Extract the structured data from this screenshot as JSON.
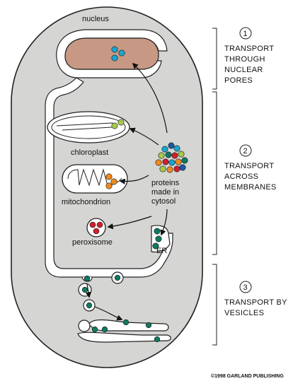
{
  "labels": {
    "nucleus": "nucleus",
    "chloroplast": "chloroplast",
    "mitochondrion": "mitochondrion",
    "peroxisome": "peroxisome",
    "er": "ER",
    "proteins_line1": "proteins",
    "proteins_line2": "made in",
    "proteins_line3": "cytosol"
  },
  "steps": [
    {
      "number": "1",
      "lines": [
        "TRANSPORT",
        "THROUGH",
        "NUCLEAR",
        "PORES"
      ]
    },
    {
      "number": "2",
      "lines": [
        "TRANSPORT",
        "ACROSS",
        "MEMBRANES"
      ]
    },
    {
      "number": "3",
      "lines": [
        "TRANSPORT BY",
        "VESICLES"
      ]
    }
  ],
  "copyright": "©1998 GARLAND PUBLISHING",
  "colors": {
    "cell_fill": "#d5d5d3",
    "nucleus_fill": "#c79984",
    "protein_cyan": "#19a6d1",
    "protein_green": "#0f7a62",
    "protein_lime": "#a6c94e",
    "protein_orange": "#ef8a1e",
    "protein_red": "#d02030",
    "protein_blue": "#1a5aa6"
  }
}
